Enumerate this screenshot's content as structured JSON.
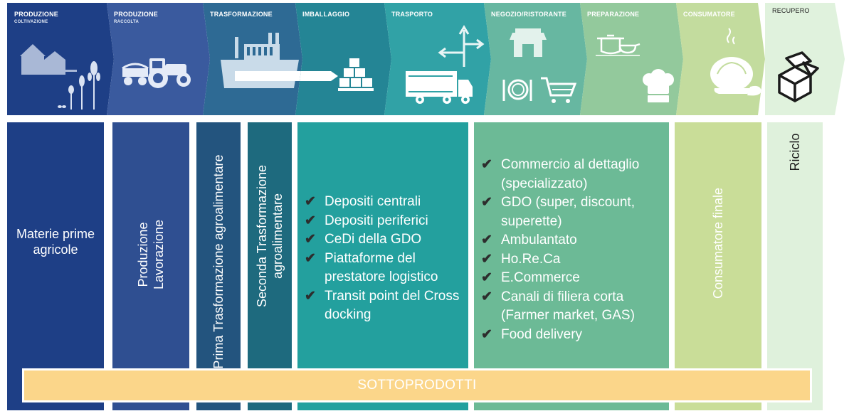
{
  "stages": [
    {
      "id": "coltivazione",
      "name": "PRODUZIONE",
      "sub": "COLTIVAZIONE",
      "color": "#1e3f86"
    },
    {
      "id": "raccolta",
      "name": "PRODUZIONE",
      "sub": "RACCOLTA",
      "color": "#3a5a9e"
    },
    {
      "id": "trasformazione",
      "name": "TRASFORMAZIONE",
      "sub": "",
      "color": "#2e6a94"
    },
    {
      "id": "imballaggio",
      "name": "IMBALLAGGIO",
      "sub": "",
      "color": "#248595"
    },
    {
      "id": "trasporto",
      "name": "TRASPORTO",
      "sub": "",
      "color": "#31a2a6"
    },
    {
      "id": "negozio",
      "name": "NEGOZIO/RISTORANTE",
      "sub": "",
      "color": "#67b7a1"
    },
    {
      "id": "preparazione",
      "name": "PREPARAZIONE",
      "sub": "",
      "color": "#93c99c"
    },
    {
      "id": "consumatore",
      "name": "CONSUMATORE",
      "sub": "",
      "color": "#c3dc9e"
    },
    {
      "id": "recupero",
      "name": "RECUPERO",
      "sub": "",
      "color": "#e0f2dd"
    }
  ],
  "columns": {
    "materie": {
      "label": "Materie prime agricole",
      "color": "#1e3f86"
    },
    "produzione": {
      "label1": "Produzione",
      "label2": "Lavorazione",
      "color": "#2f4f91"
    },
    "prima": {
      "label": "Prima Trasformazione agroalimentare",
      "color": "#23547e"
    },
    "seconda": {
      "label1": "Seconda Trasformazione",
      "label2": "agroalimentare",
      "color": "#1e6a7e"
    },
    "logistica": {
      "color": "#23a09e",
      "items": [
        "Depositi centrali",
        "Depositi periferici",
        "CeDi della GDO",
        "Piattaforme del prestatore logistico",
        "Transit point del Cross docking"
      ]
    },
    "vendita": {
      "color": "#6cba96",
      "items": [
        "Commercio al dettaglio (specializzato)",
        "GDO (super, discount, superette)",
        "Ambulantato",
        "Ho.Re.Ca",
        "E.Commerce",
        "Canali di filiera corta (Farmer market, GAS)",
        "Food delivery"
      ]
    },
    "consumatore": {
      "label": "Consumatore finale",
      "color": "#c9dd98"
    },
    "riciclo": {
      "label": "Riciclo",
      "color": "#dff1dc"
    }
  },
  "check_symbol": "✔",
  "byproducts_label": "SOTTOPRODOTTI",
  "icons": {
    "coltivazione": "farm-icon",
    "raccolta": "tractor-icon",
    "trasformazione": "factory-icon",
    "imballaggio": "packaging-icon",
    "trasporto": "truck-icon",
    "negozio": "shop-icon",
    "preparazione": "cooking-icon",
    "consumatore": "dish-icon",
    "recupero": "recycle-box-icon"
  }
}
